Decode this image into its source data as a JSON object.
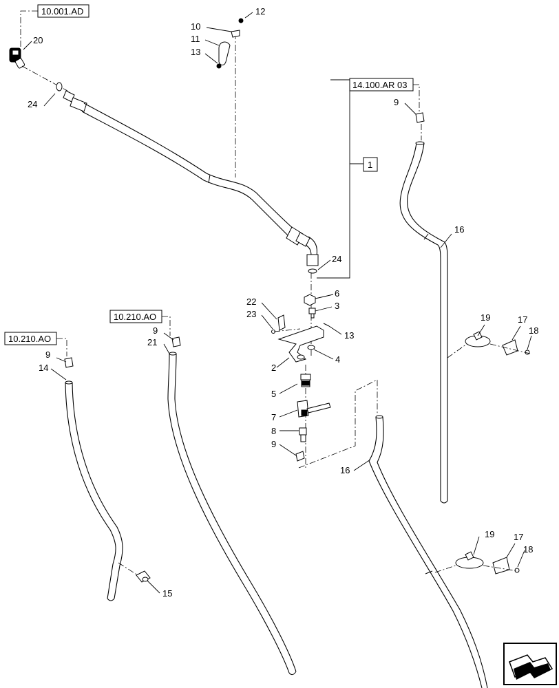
{
  "references": {
    "r_10_001_ad": "10.001.AD",
    "r_14_100_ar03": "14.100.AR 03",
    "r_10_210_ao_mid": "10.210.AO",
    "r_10_210_ao_left": "10.210.AO",
    "kit_1": "1"
  },
  "callouts": {
    "c20": "20",
    "c24_top": "24",
    "c12": "12",
    "c10": "10",
    "c11": "11",
    "c13_top": "13",
    "c9_right": "9",
    "c16_upper": "16",
    "c24_mid": "24",
    "c6": "6",
    "c3": "3",
    "c22": "22",
    "c23": "23",
    "c13_mid": "13",
    "c4": "4",
    "c2": "2",
    "c5": "5",
    "c7": "7",
    "c8": "8",
    "c9_center": "9",
    "c16_lower": "16",
    "c19_upper": "19",
    "c17_upper": "17",
    "c18_upper": "18",
    "c19_lower": "19",
    "c17_lower": "17",
    "c18_lower": "18",
    "c9_mid": "9",
    "c21": "21",
    "c9_left": "9",
    "c14": "14",
    "c15": "15"
  },
  "icons": {
    "nav": "view-direction-arrow-icon"
  }
}
